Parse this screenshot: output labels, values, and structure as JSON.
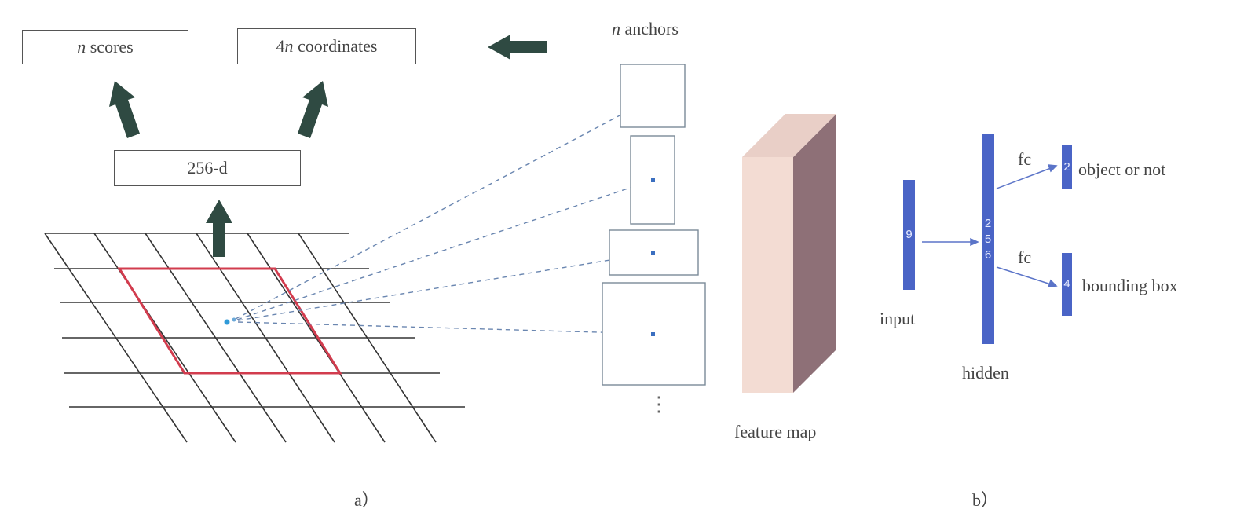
{
  "part_a": {
    "scores_box": {
      "prefix": "n",
      "suffix": " scores"
    },
    "coords_box": {
      "prefix": "4",
      "var": "n",
      "suffix": " coordinates"
    },
    "feature_box": "256-d",
    "anchors_title": {
      "prefix": "n",
      "suffix": " anchors"
    },
    "ellipsis": "⋮",
    "feature_map_label": "feature map",
    "caption": "a）"
  },
  "part_b": {
    "input_bar": "9",
    "input_label": "input",
    "hidden_bar": [
      "2",
      "5",
      "6"
    ],
    "hidden_label": "hidden",
    "fc_top": "fc",
    "fc_bottom": "fc",
    "cls_bar": "2",
    "cls_label": "object or not",
    "reg_bar": "4",
    "reg_label": "bounding box",
    "caption": "b）"
  },
  "colors": {
    "arrow": "#2f4a42",
    "grid": "#333333",
    "window": "#d23c4e",
    "dashes": "#6a86b0",
    "bar": "#4a64c6",
    "feature_map_front": "#f3dcd3",
    "feature_map_side": "#8e7077"
  }
}
